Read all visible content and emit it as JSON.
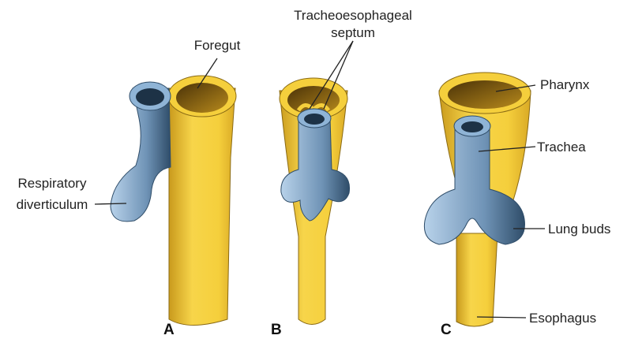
{
  "labels": {
    "foregut": "Foregut",
    "septum_line1": "Tracheoesophageal",
    "septum_line2": "septum",
    "respiratory_line1": "Respiratory",
    "respiratory_line2": "diverticulum",
    "pharynx": "Pharynx",
    "trachea": "Trachea",
    "lung_buds": "Lung buds",
    "esophagus": "Esophagus"
  },
  "panels": {
    "a": "A",
    "b": "B",
    "c": "C"
  },
  "colors": {
    "gut_yellow": "#f5cf3c",
    "gut_dark": "#6b4a10",
    "resp_blue": "#8fb4d6",
    "resp_dark": "#2f4d69"
  }
}
